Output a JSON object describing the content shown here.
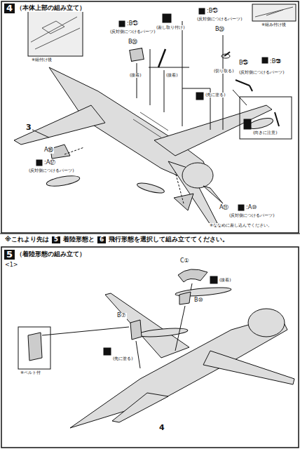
{
  "diagram": {
    "labels": [
      "4",
      "（本体上部の組み立て）",
      "※組付け後",
      "※組み付け後",
      ":B㉑",
      "(反対側につけるパーツ)",
      "B⑳",
      "(差し取り付け)",
      ":B㉑",
      "(反対側につけるパーツ)",
      "B⑳",
      "(接着)",
      "(接着)",
      "(先に塗る)",
      "(切り取る)",
      "B㉕",
      ":B㉖",
      "(反対側につけるパーツ)",
      "(向きに注意)",
      "3",
      "A⑯",
      ":A⑰",
      "(反対側につけるパーツ)",
      "A⑪",
      ":A⑩",
      "(反対側につけるパーツ)",
      "※ななめに差し込んでください。",
      "※これより先は",
      "5",
      "着陸形態と",
      "6",
      "飛行形態を選択して組み立ててください。",
      "5",
      "（着陸形態の組み立て）",
      "<1>",
      "C①",
      "(接着)",
      "B⑩",
      "B⑦",
      "※ベルト付",
      "(先に塗る)",
      "4"
    ]
  }
}
